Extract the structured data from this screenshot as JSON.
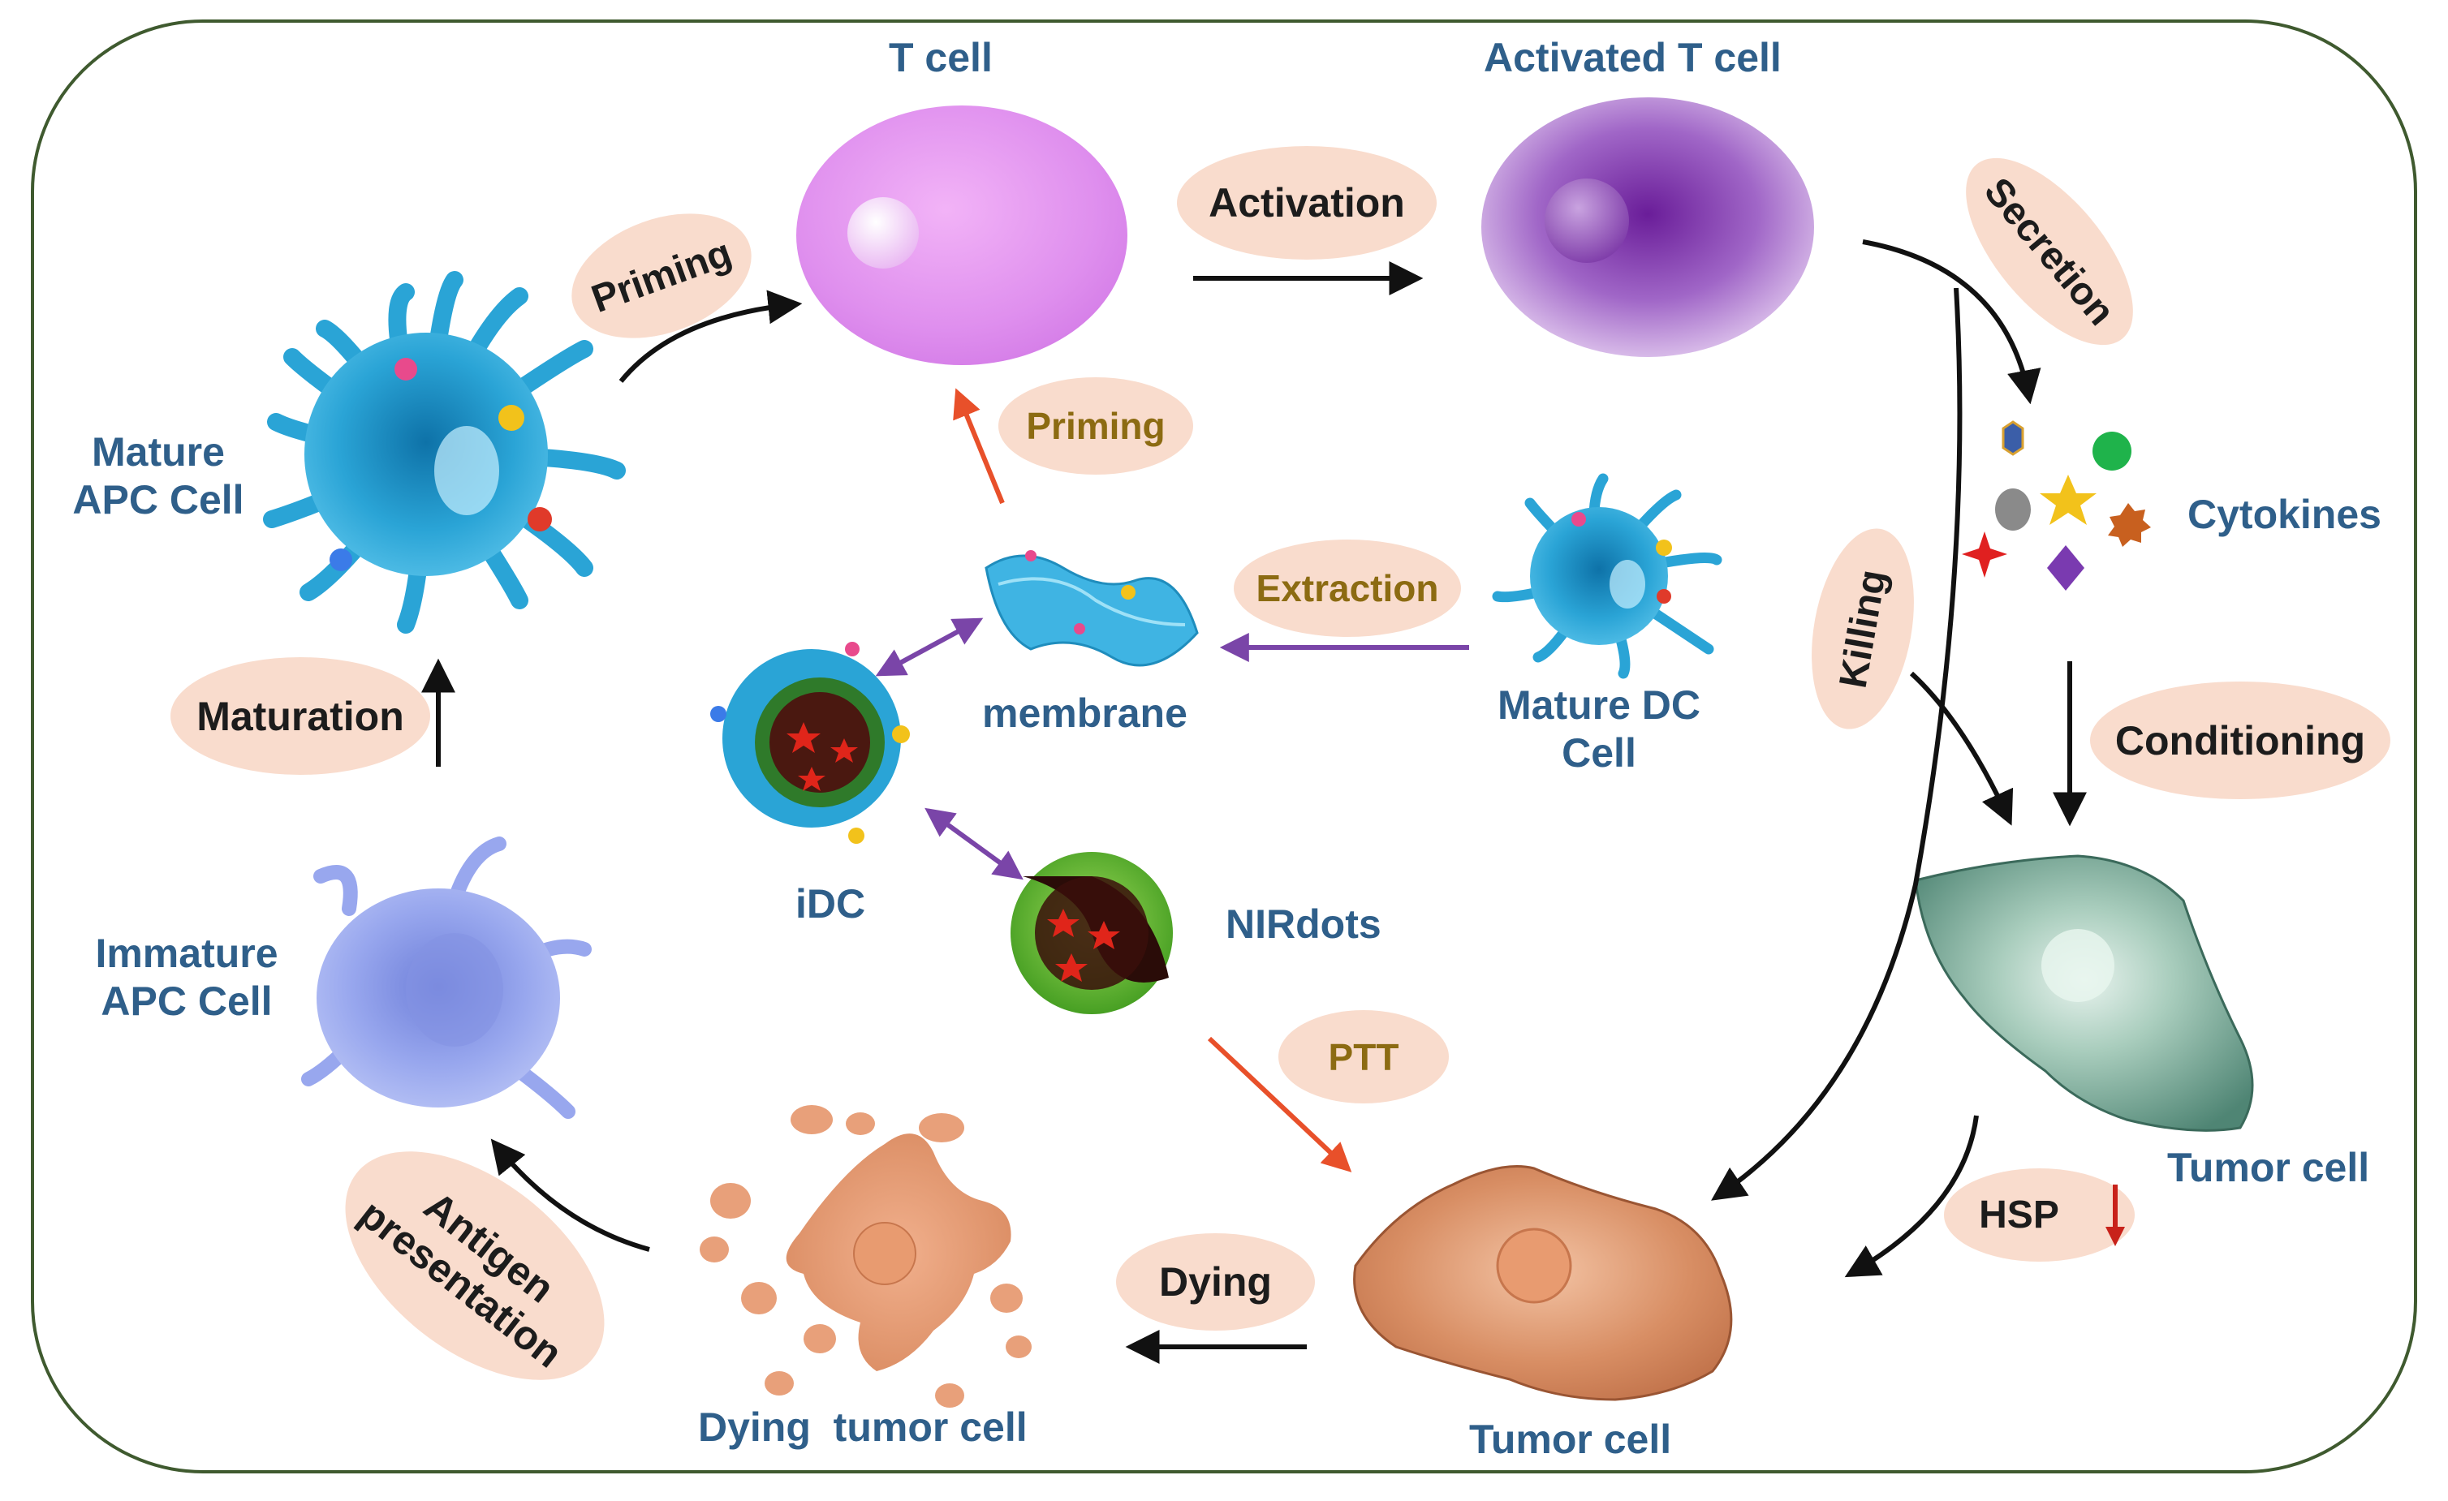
{
  "colors": {
    "frame": "#3f5a2f",
    "label_blue": "#2f5f8a",
    "pill_bg": "#f9dccd",
    "pill_text_dark": "#1c1c1c",
    "pill_text_gold": "#8c6b12",
    "arrow_black": "#111111",
    "arrow_orange": "#e8502a",
    "arrow_purple": "#7a45a8",
    "hsp_arrow": "#c8221a"
  },
  "cells": {
    "t_cell": "T cell",
    "activated_t_cell": "Activated T cell",
    "mature_apc": [
      "Mature",
      "APC Cell"
    ],
    "immature_apc": [
      "Immature",
      "APC Cell"
    ],
    "mature_dc": [
      "Mature DC",
      "Cell"
    ],
    "membrane": "membrane",
    "idc": "iDC",
    "nirdots": "NIRdots",
    "cytokines": "Cytokines",
    "tumor_cell_right": "Tumor cell",
    "tumor_cell_bottom": "Tumor cell",
    "dying_tumor_cell": "Dying  tumor cell"
  },
  "processes": {
    "priming_top": "Priming",
    "activation": "Activation",
    "secretion": "Secretion",
    "priming_mid": "Priming",
    "extraction": "Extraction",
    "killing": "Killing",
    "conditioning": "Conditioning",
    "maturation": "Maturation",
    "ptt": "PTT",
    "hsp": "HSP",
    "dying": "Dying",
    "antigen_presentation": [
      "Antigen",
      "presentation"
    ]
  },
  "icons": {
    "hsp_down": "down-arrow-icon"
  }
}
